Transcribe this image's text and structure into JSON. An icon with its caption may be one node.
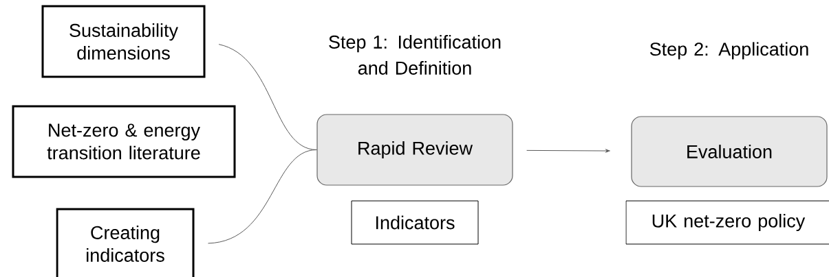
{
  "diagram": {
    "nodes": [
      {
        "text": [
          "Sustainability dimensions"
        ]
      },
      {
        "text": [
          "Net-zero & energy transition literature"
        ]
      },
      {
        "text": [
          "Creating indicators"
        ]
      },
      {
        "text": [
          "Rapid Review"
        ]
      },
      {
        "text": [
          "Evaluation"
        ]
      },
      {
        "text": [
          "Indicators"
        ]
      },
      {
        "text": [
          "UK net-zero policy"
        ]
      }
    ],
    "edges": [
      {
        "from": 0,
        "to": 3,
        "arrow": "none"
      },
      {
        "from": 2,
        "to": 3,
        "arrow": "none"
      },
      {
        "from": 3,
        "to": 4,
        "arrow": "to"
      }
    ],
    "labels": [
      "Step 1: Identification and Definition",
      "Step 2: Application"
    ]
  }
}
